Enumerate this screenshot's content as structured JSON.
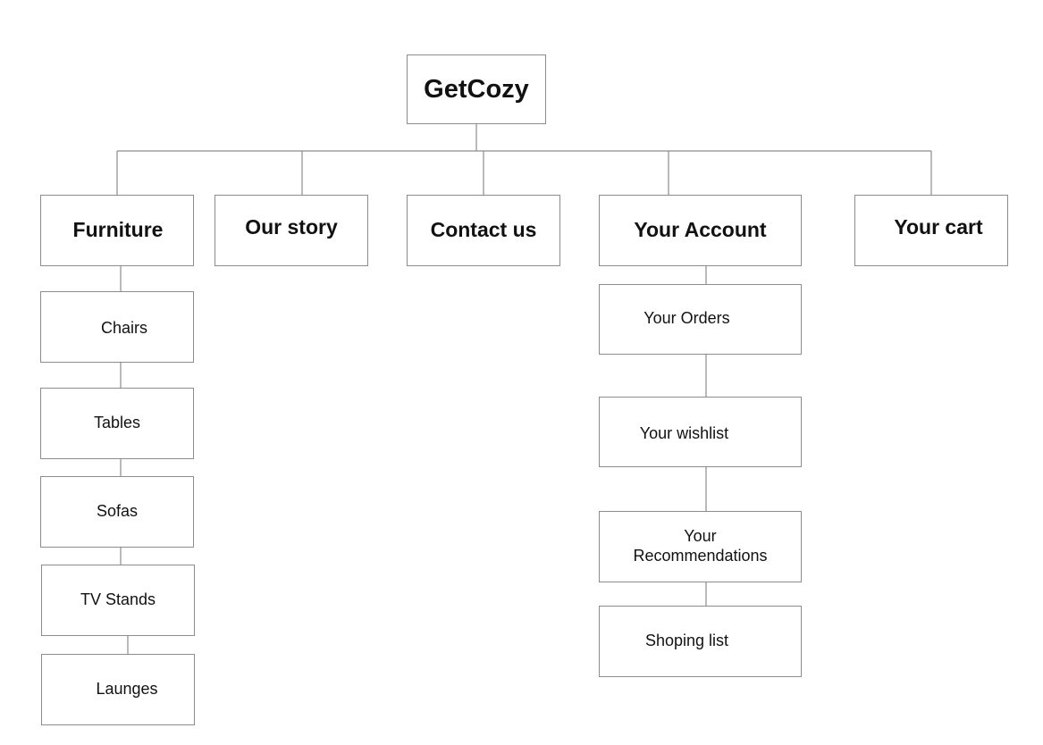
{
  "diagram": {
    "root": {
      "label": "GetCozy"
    },
    "sections": [
      {
        "label": "Furniture"
      },
      {
        "label": "Our story"
      },
      {
        "label": "Contact us"
      },
      {
        "label": "Your Account"
      },
      {
        "label": "Your cart"
      }
    ],
    "furniture_children": [
      {
        "label": "Chairs"
      },
      {
        "label": "Tables"
      },
      {
        "label": "Sofas"
      },
      {
        "label": "TV Stands"
      },
      {
        "label": "Launges"
      }
    ],
    "account_children": [
      {
        "label": "Your Orders"
      },
      {
        "label": "Your wishlist"
      },
      {
        "label": "Your\nRecommendations"
      },
      {
        "label": "Shoping list"
      }
    ],
    "colors": {
      "line": "#8c8c8c",
      "border": "#8c8c8c",
      "text": "#111111",
      "background": "#ffffff"
    }
  }
}
